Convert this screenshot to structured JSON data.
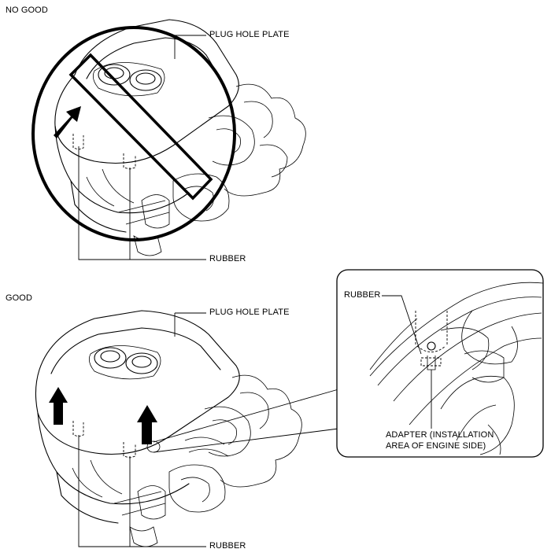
{
  "sections": {
    "bad": {
      "heading": "NO GOOD",
      "plug_hole_plate_label": "PLUG HOLE PLATE",
      "rubber_label": "RUBBER"
    },
    "good": {
      "heading": "GOOD",
      "plug_hole_plate_label": "PLUG HOLE PLATE",
      "rubber_label": "RUBBER"
    },
    "detail": {
      "rubber_label": "RUBBER",
      "adapter_label_line1": "ADAPTER (INSTALLATION",
      "adapter_label_line2": "AREA OF ENGINE SIDE)"
    }
  },
  "icons": [
    "prohibition-icon",
    "arrow-up-icon"
  ],
  "colors": {
    "line": "#000000",
    "background": "#ffffff"
  }
}
